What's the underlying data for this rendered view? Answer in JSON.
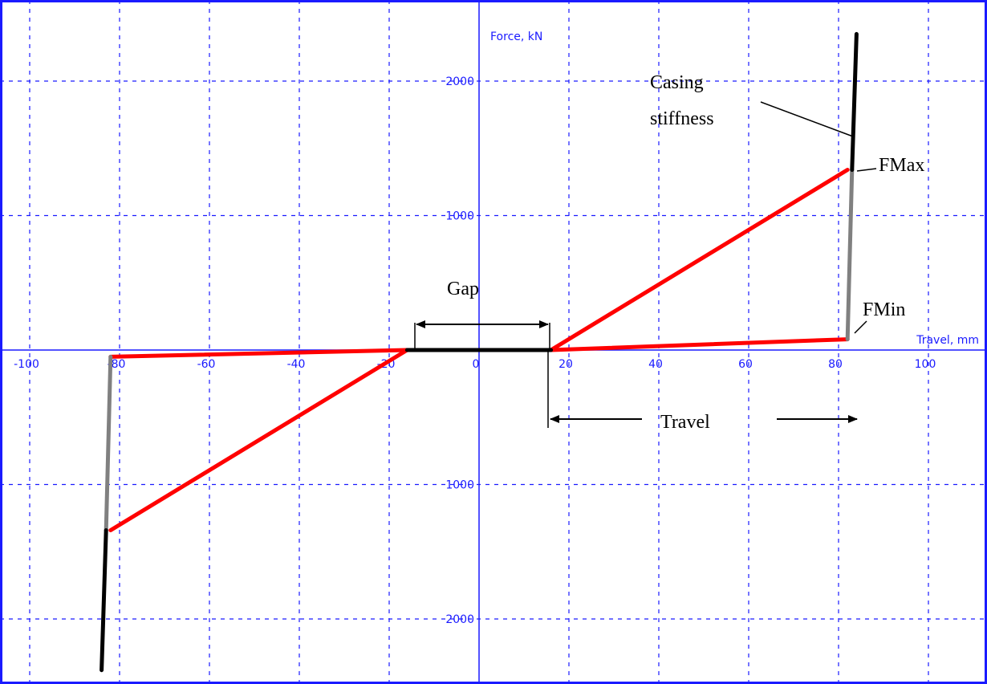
{
  "chart_data": {
    "type": "line",
    "title": "",
    "xlabel": "Travel, mm",
    "ylabel": "Force, kN",
    "xlim": [
      -105,
      112
    ],
    "ylim": [
      -2450,
      2600
    ],
    "grid": true,
    "x_tick_labels": [
      "-100",
      "-80",
      "-60",
      "-40",
      "-20",
      "0",
      "20",
      "40",
      "60",
      "80",
      "100"
    ],
    "y_tick_labels": [
      "2000",
      "1000",
      "1000",
      "2000"
    ],
    "series": [
      {
        "color": "#ff0000",
        "points": [
          [
            16,
            0
          ],
          [
            82,
            1340
          ]
        ]
      },
      {
        "color": "#ff0000",
        "points": [
          [
            16,
            0
          ],
          [
            82,
            80
          ]
        ]
      },
      {
        "color": "#ff0000",
        "points": [
          [
            -16,
            0
          ],
          [
            -82,
            -1340
          ]
        ]
      },
      {
        "color": "#ff0000",
        "points": [
          [
            -16,
            0
          ],
          [
            -82,
            -50
          ]
        ]
      },
      {
        "color": "#808080",
        "points": [
          [
            82,
            80
          ],
          [
            83,
            1340
          ]
        ]
      },
      {
        "color": "#808080",
        "points": [
          [
            -82,
            -50
          ],
          [
            -83,
            -1340
          ]
        ]
      },
      {
        "color": "#000000",
        "points": [
          [
            83,
            1340
          ],
          [
            84,
            2350
          ]
        ]
      },
      {
        "color": "#000000",
        "points": [
          [
            -83,
            -1340
          ],
          [
            -84,
            -2380
          ]
        ]
      },
      {
        "color": "#000000",
        "points": [
          [
            -16,
            0
          ],
          [
            16,
            0
          ]
        ]
      }
    ],
    "annotations": [
      {
        "text": "Casing"
      },
      {
        "text": "stiffness"
      },
      {
        "text": "FMax"
      },
      {
        "text": "FMin"
      },
      {
        "text": "Gap"
      },
      {
        "text": "Travel"
      }
    ],
    "colors": {
      "grid": "#1a1aff",
      "axis": "#1a1aff",
      "frame": "#1a1aff"
    }
  }
}
